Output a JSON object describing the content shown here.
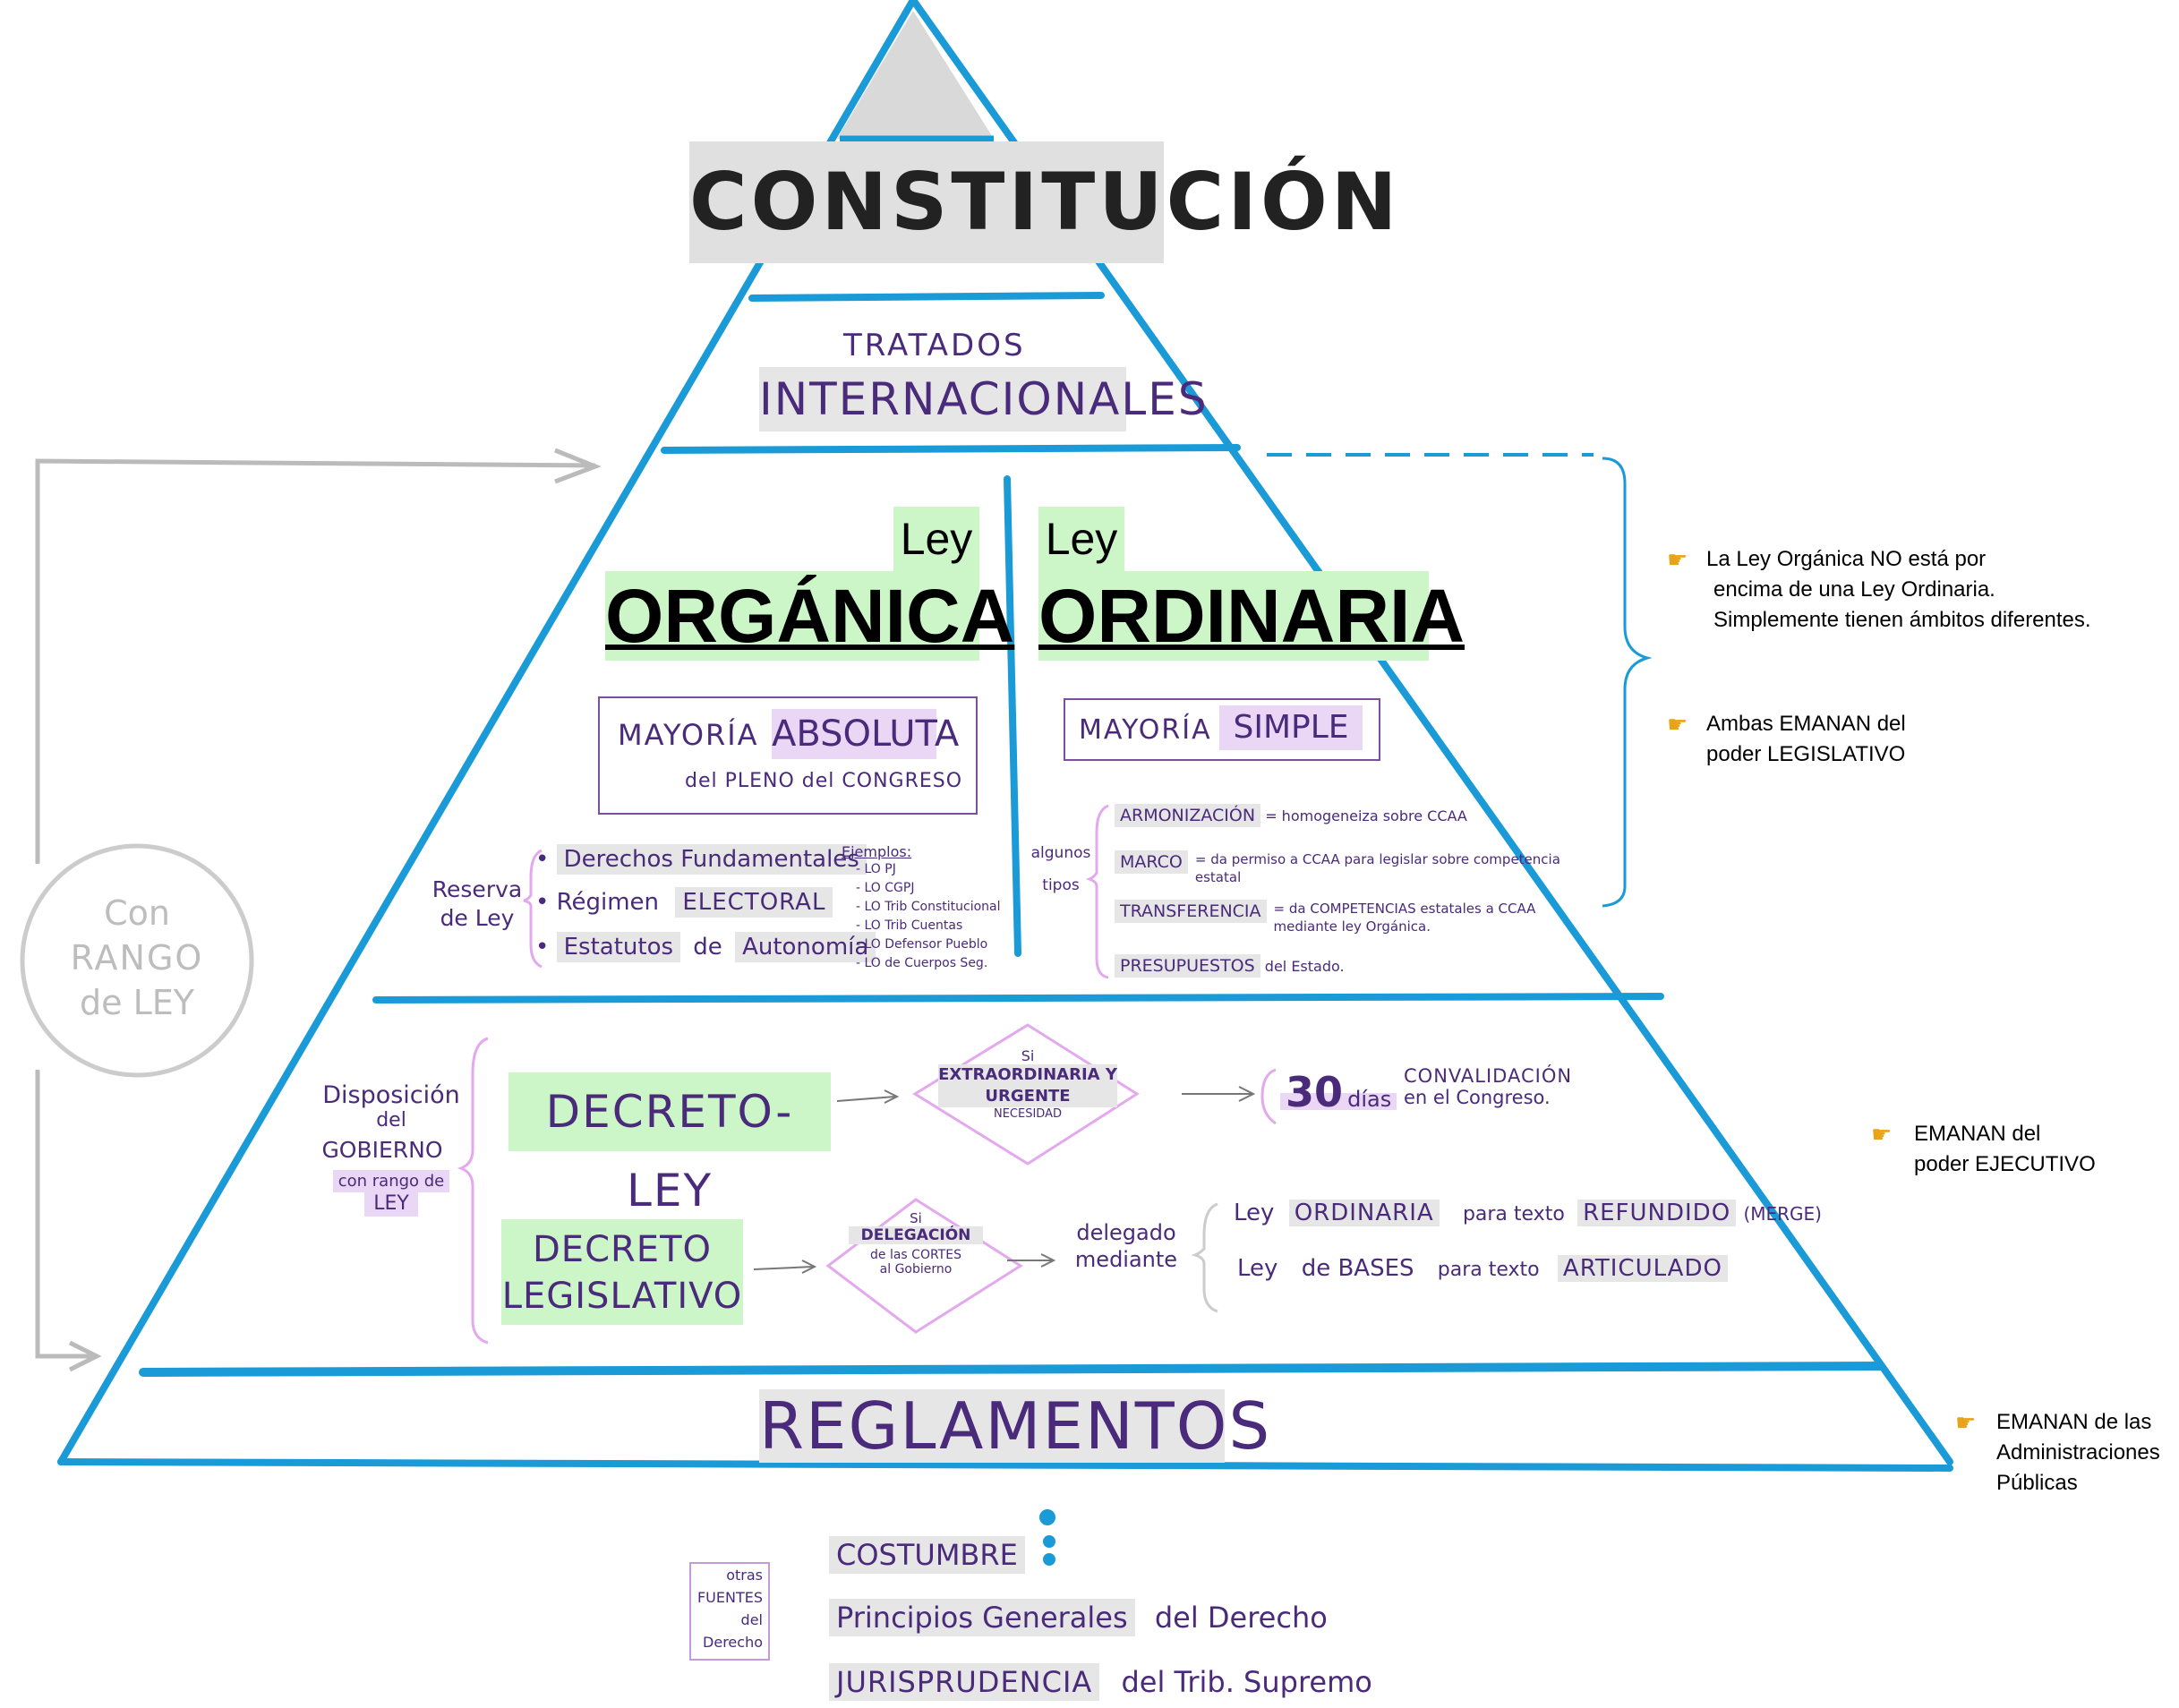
{
  "constitution": "CONSTITUCIÓN",
  "tratados": {
    "line1": "TRATADOS",
    "line2": "INTERNACIONALES"
  },
  "organica": {
    "ley": "Ley",
    "title": "ORGÁNICA",
    "mayoria_word": "MAYORÍA",
    "mayoria_type": "ABSOLUTA",
    "mayoria_sub": "del PLENO del CONGRESO",
    "reserva_label": "Reserva de Ley",
    "reserva_items": [
      {
        "a": "Derechos Fundamentales",
        "b": ""
      },
      {
        "a": "Régimen",
        "b": "ELECTORAL"
      },
      {
        "a": "Estatutos",
        "b": "Autonomía",
        "sep": "de"
      }
    ],
    "ejemplos_label": "Ejemplos:",
    "ejemplos": [
      "- LO PJ",
      "- LO CGPJ",
      "- LO Trib Constitucional",
      "- LO Trib Cuentas",
      "- LO Defensor Pueblo",
      "- LO de Cuerpos Seg."
    ]
  },
  "ordinaria": {
    "ley": "Ley",
    "title": "ORDINARIA",
    "mayoria_word": "MAYORÍA",
    "mayoria_type": "SIMPLE",
    "tipos_label": "algunos tipos",
    "tipos": [
      {
        "name": "ARMONIZACIÓN",
        "desc": "= homogeneiza sobre CCAA"
      },
      {
        "name": "MARCO",
        "desc": "= da permiso a CCAA para legislar sobre competencia estatal"
      },
      {
        "name": "TRANSFERENCIA",
        "desc": "= da COMPETENCIAS estatales a CCAA mediante ley Orgánica."
      },
      {
        "name": "PRESUPUESTOS",
        "desc": "del Estado."
      }
    ]
  },
  "gobierno": {
    "label1": "Disposición",
    "label2": "del",
    "label3": "GOBIERNO",
    "label4": "con rango de",
    "label5": "LEY",
    "decreto_ley": "DECRETO-LEY",
    "dl_cond_si": "Si",
    "dl_cond": "EXTRAORDINARIA Y URGENTE",
    "dl_cond_sub": "NECESIDAD",
    "dias_num": "30",
    "dias_word": "días",
    "convalidacion": "CONVALIDACIÓN",
    "convalidacion_sub": "en el Congreso.",
    "decreto_leg1": "DECRETO",
    "decreto_leg2": "LEGISLATIVO",
    "dleg_cond_si": "Si",
    "dleg_cond": "DELEGACIÓN",
    "dleg_cond_sub1": "de las CORTES",
    "dleg_cond_sub2": "al Gobierno",
    "delegado": "delegado mediante",
    "opt1_a": "Ley",
    "opt1_b": "ORDINARIA",
    "opt1_c": "para texto",
    "opt1_d": "REFUNDIDO",
    "opt1_e": "(MERGE)",
    "opt2_a": "Ley",
    "opt2_b": "de BASES",
    "opt2_c": "para texto",
    "opt2_d": "ARTICULADO"
  },
  "reglamentos": "REGLAMENTOS",
  "otras": {
    "label1": "otras",
    "label2": "FUENTES",
    "label3": "del",
    "label4": "Derecho",
    "items": [
      {
        "a": "COSTUMBRE",
        "b": ""
      },
      {
        "a": "Principios Generales",
        "b": "del Derecho"
      },
      {
        "a": "JURISPRUDENCIA",
        "b": "del Trib. Supremo"
      }
    ]
  },
  "con_rango": {
    "line1": "Con",
    "line2": "RANGO",
    "line3": "de LEY"
  },
  "notes": {
    "note1": [
      "La Ley Orgánica NO está por",
      "encima de una Ley Ordinaria.",
      "Simplemente tienen ámbitos diferentes."
    ],
    "note2": [
      "Ambas EMANAN del",
      "poder LEGISLATIVO"
    ],
    "note3": [
      "EMANAN del",
      "poder EJECUTIVO"
    ],
    "note4": [
      "EMANAN de las",
      "Administraciones",
      "Públicas"
    ]
  },
  "colors": {
    "pyramid_blue": "#1a9ad6",
    "purple": "#4a2a7a",
    "green": "#ccf5c8",
    "lavender": "#ead6f5",
    "gray": "#e0e0e0",
    "note_icon": "#e8a317"
  }
}
